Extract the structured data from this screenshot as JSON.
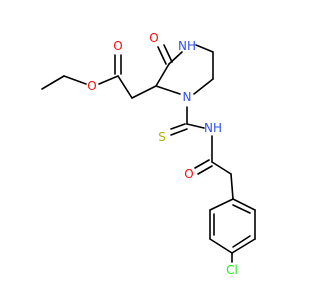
{
  "molecule": {
    "colors": {
      "bond": "#000000",
      "O": "#ff0d0d",
      "N": "#3050f8",
      "S": "#b2b200",
      "Cl": "#1ff01f",
      "background": "#ffffff"
    },
    "atom_labels": {
      "o_ester_carbonyl": "O",
      "o_ester_ether": "O",
      "nh_ring": "NH",
      "o_ring": "O",
      "n_ring": "N",
      "s_thio": "S",
      "nh_amide": "NH",
      "o_amide": "O",
      "cl": "Cl"
    }
  }
}
